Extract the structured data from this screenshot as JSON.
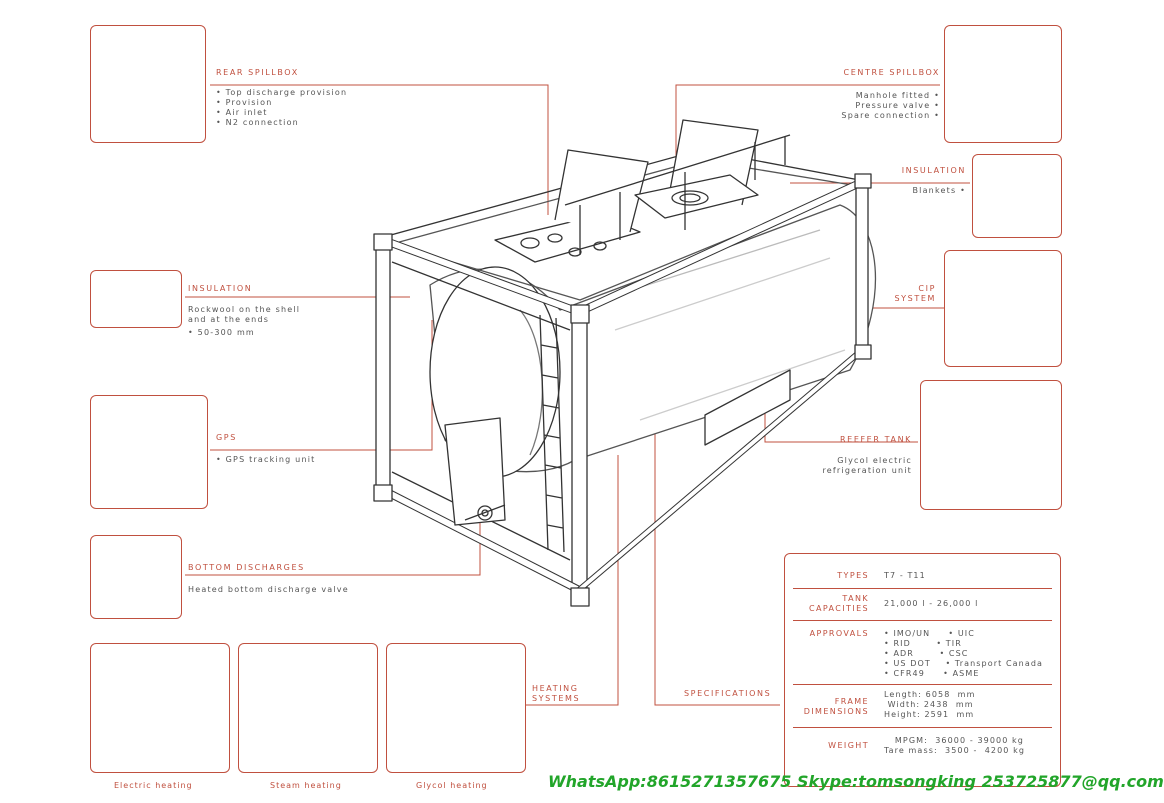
{
  "callouts": {
    "rear_spillbox": {
      "title": "REAR SPILLBOX",
      "items": [
        "• Top discharge provision",
        "• Provision",
        "• Air inlet",
        "• N2 connection"
      ]
    },
    "centre_spillbox": {
      "title": "CENTRE SPILLBOX",
      "items": [
        "Manhole fitted •",
        "Pressure valve •",
        "Spare connection •"
      ]
    },
    "insulation_top": {
      "title": "INSULATION",
      "items": [
        "Blankets •"
      ]
    },
    "insulation_left": {
      "title": "INSULATION",
      "items": [
        "Rockwool on the shell",
        "and at the ends",
        "• 50-300 mm"
      ]
    },
    "gps": {
      "title": "GPS",
      "items": [
        "• GPS tracking unit"
      ]
    },
    "cip": {
      "title_lines": [
        "CIP",
        "SYSTEM"
      ]
    },
    "reefer": {
      "title": "REEFER TANK",
      "items": [
        "Glycol electric",
        "refrigeration unit"
      ]
    },
    "bottom": {
      "title": "BOTTOM DISCHARGES",
      "items": [
        "Heated bottom discharge valve"
      ]
    },
    "heating": {
      "title_lines": [
        "HEATING",
        "SYSTEMS"
      ]
    },
    "specifications": {
      "title": "SPECIFICATIONS"
    }
  },
  "heating_captions": [
    "Electric heating",
    "Steam heating",
    "Glycol heating"
  ],
  "specs": {
    "types": {
      "key": "TYPES",
      "value": "T7 - T11"
    },
    "capacities": {
      "key_lines": [
        "TANK",
        "CAPACITIES"
      ],
      "value": "21,000 l - 26,000 l"
    },
    "approvals": {
      "key": "APPROVALS",
      "value": "• IMO/UN     • UIC\n• RID       • TIR\n• ADR       • CSC\n• US DOT    • Transport Canada\n• CFR49     • ASME"
    },
    "frame": {
      "key_lines": [
        "FRAME",
        "DIMENSIONS"
      ],
      "value": "Length: 6058  mm\n Width: 2438  mm\nHeight: 2591  mm"
    },
    "weight": {
      "key": "WEIGHT",
      "value": "   MPGM:  36000 - 39000 kg\nTare mass:  3500 -  4200 kg"
    }
  },
  "contact": "WhatsApp:8615271357675  Skype:tomsongking 253725877@qq.com",
  "colors": {
    "accent": "#c0503f",
    "contact": "#22a52a",
    "line": "#333333"
  }
}
